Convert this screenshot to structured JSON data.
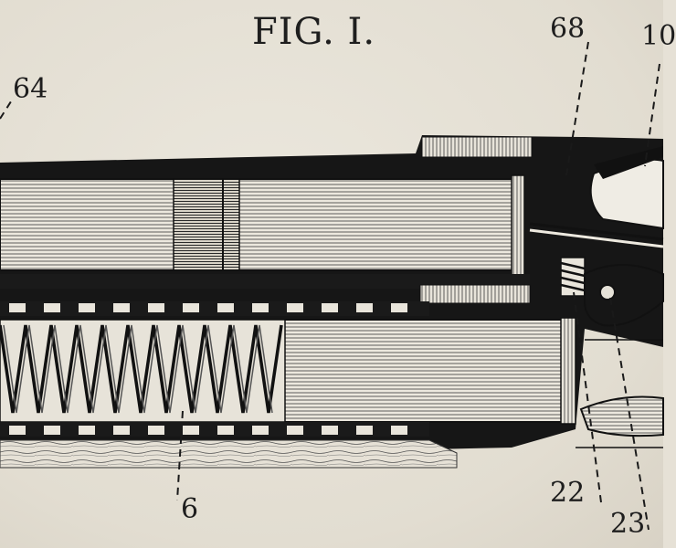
{
  "figure": {
    "title": "FIG. I.",
    "callouts": {
      "c64": "64",
      "c68": "68",
      "c10": "10",
      "c22": "22",
      "c23": "23",
      "c6": "6"
    }
  },
  "colors": {
    "paper": "#e6e1d6",
    "ink": "#1e1e1e"
  }
}
